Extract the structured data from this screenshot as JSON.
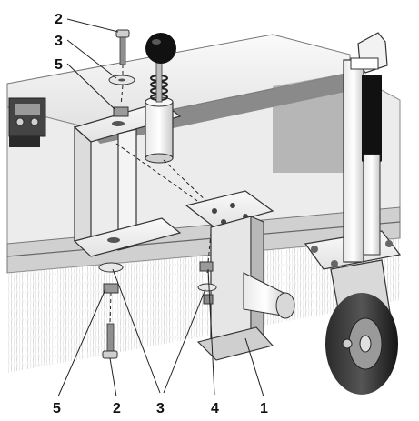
{
  "callouts": {
    "top_2": "2",
    "top_3": "3",
    "top_5": "5",
    "bottom_5": "5",
    "bottom_2": "2",
    "bottom_3": "3",
    "bottom_4": "4",
    "bottom_1": "1"
  },
  "colors": {
    "line": "#222222",
    "metal_light": "#f2f2f2",
    "metal_mid": "#d6d6d6",
    "metal_dark": "#9a9a9a",
    "shadow": "#5a5a5a",
    "knob": "#111111",
    "tire": "#1a1a1a"
  },
  "icons": {
    "assembly": "sweeper-brush-caster-assembly-drawing"
  }
}
